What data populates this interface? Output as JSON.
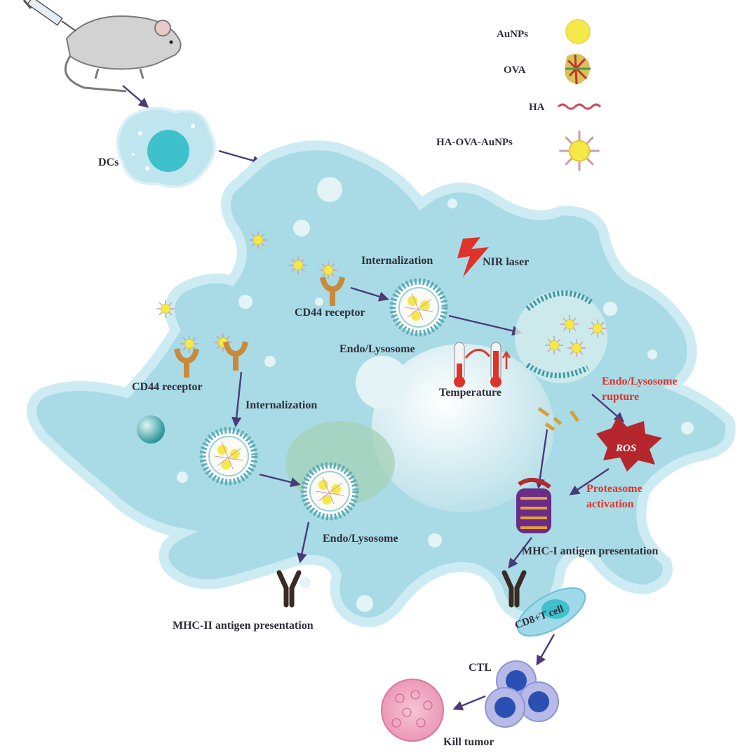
{
  "legend": {
    "aunps": "AuNPs",
    "ova": "OVA",
    "ha": "HA",
    "conjugate": "HA-OVA-AuNPs"
  },
  "labels": {
    "dcs": "DCs",
    "internalization_top": "Internalization",
    "nir_laser": "NIR laser",
    "cd44_top": "CD44 receptor",
    "endo_top": "Endo/Lysosome",
    "temperature": "Temperature",
    "rupture_1": "Endo/Lysosome",
    "rupture_2": "rupture",
    "cd44_left": "CD44 receptor",
    "internalization_left": "Internalization",
    "ros": "ROS",
    "proteasome_1": "Proteasome",
    "proteasome_2": "activation",
    "endo_bottom": "Endo/Lysosome",
    "mhc1": "MHC-I antigen presentation",
    "mhc2": "MHC-II antigen presentation",
    "cd8": "CD8+T cell",
    "ctl": "CTL",
    "kill": "Kill tumor"
  },
  "colors": {
    "cell": "#a9dbe6",
    "cell_edge": "#cdebf2",
    "gold": "#f5e94a",
    "arrow": "#4a3b78",
    "emphasis": "#e0322a",
    "receptor": "#c98a3c",
    "vesicle": "#4aa7b5"
  }
}
